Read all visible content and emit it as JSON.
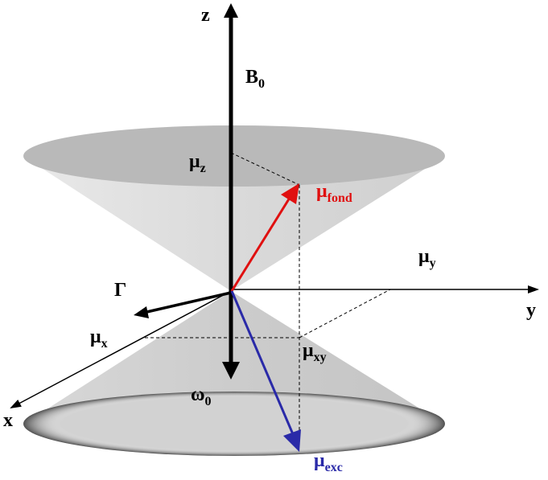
{
  "labels": {
    "z_axis": "z",
    "y_axis": "y",
    "x_axis": "x",
    "b0": {
      "main": "B",
      "sub": "0"
    },
    "mu_z": {
      "main": "μ",
      "sub": "z"
    },
    "mu_y": {
      "main": "μ",
      "sub": "y"
    },
    "mu_x": {
      "main": "μ",
      "sub": "x"
    },
    "mu_xy": {
      "main": "μ",
      "sub": "xy"
    },
    "mu_fond": {
      "main": "μ",
      "sub": "fond"
    },
    "mu_exc": {
      "main": "μ",
      "sub": "exc"
    },
    "gamma": "Γ",
    "omega0": {
      "main": "ω",
      "sub": "0"
    }
  },
  "colors": {
    "axis": "#000000",
    "cone_fill": "#d6d6d6",
    "cone_top": "#b5b5b5",
    "cone_bottom_rim": "#6e6e6e",
    "mu_fond": "#e01010",
    "mu_exc": "#2a2aa8",
    "gamma": "#000000",
    "omega0": "#000000"
  }
}
